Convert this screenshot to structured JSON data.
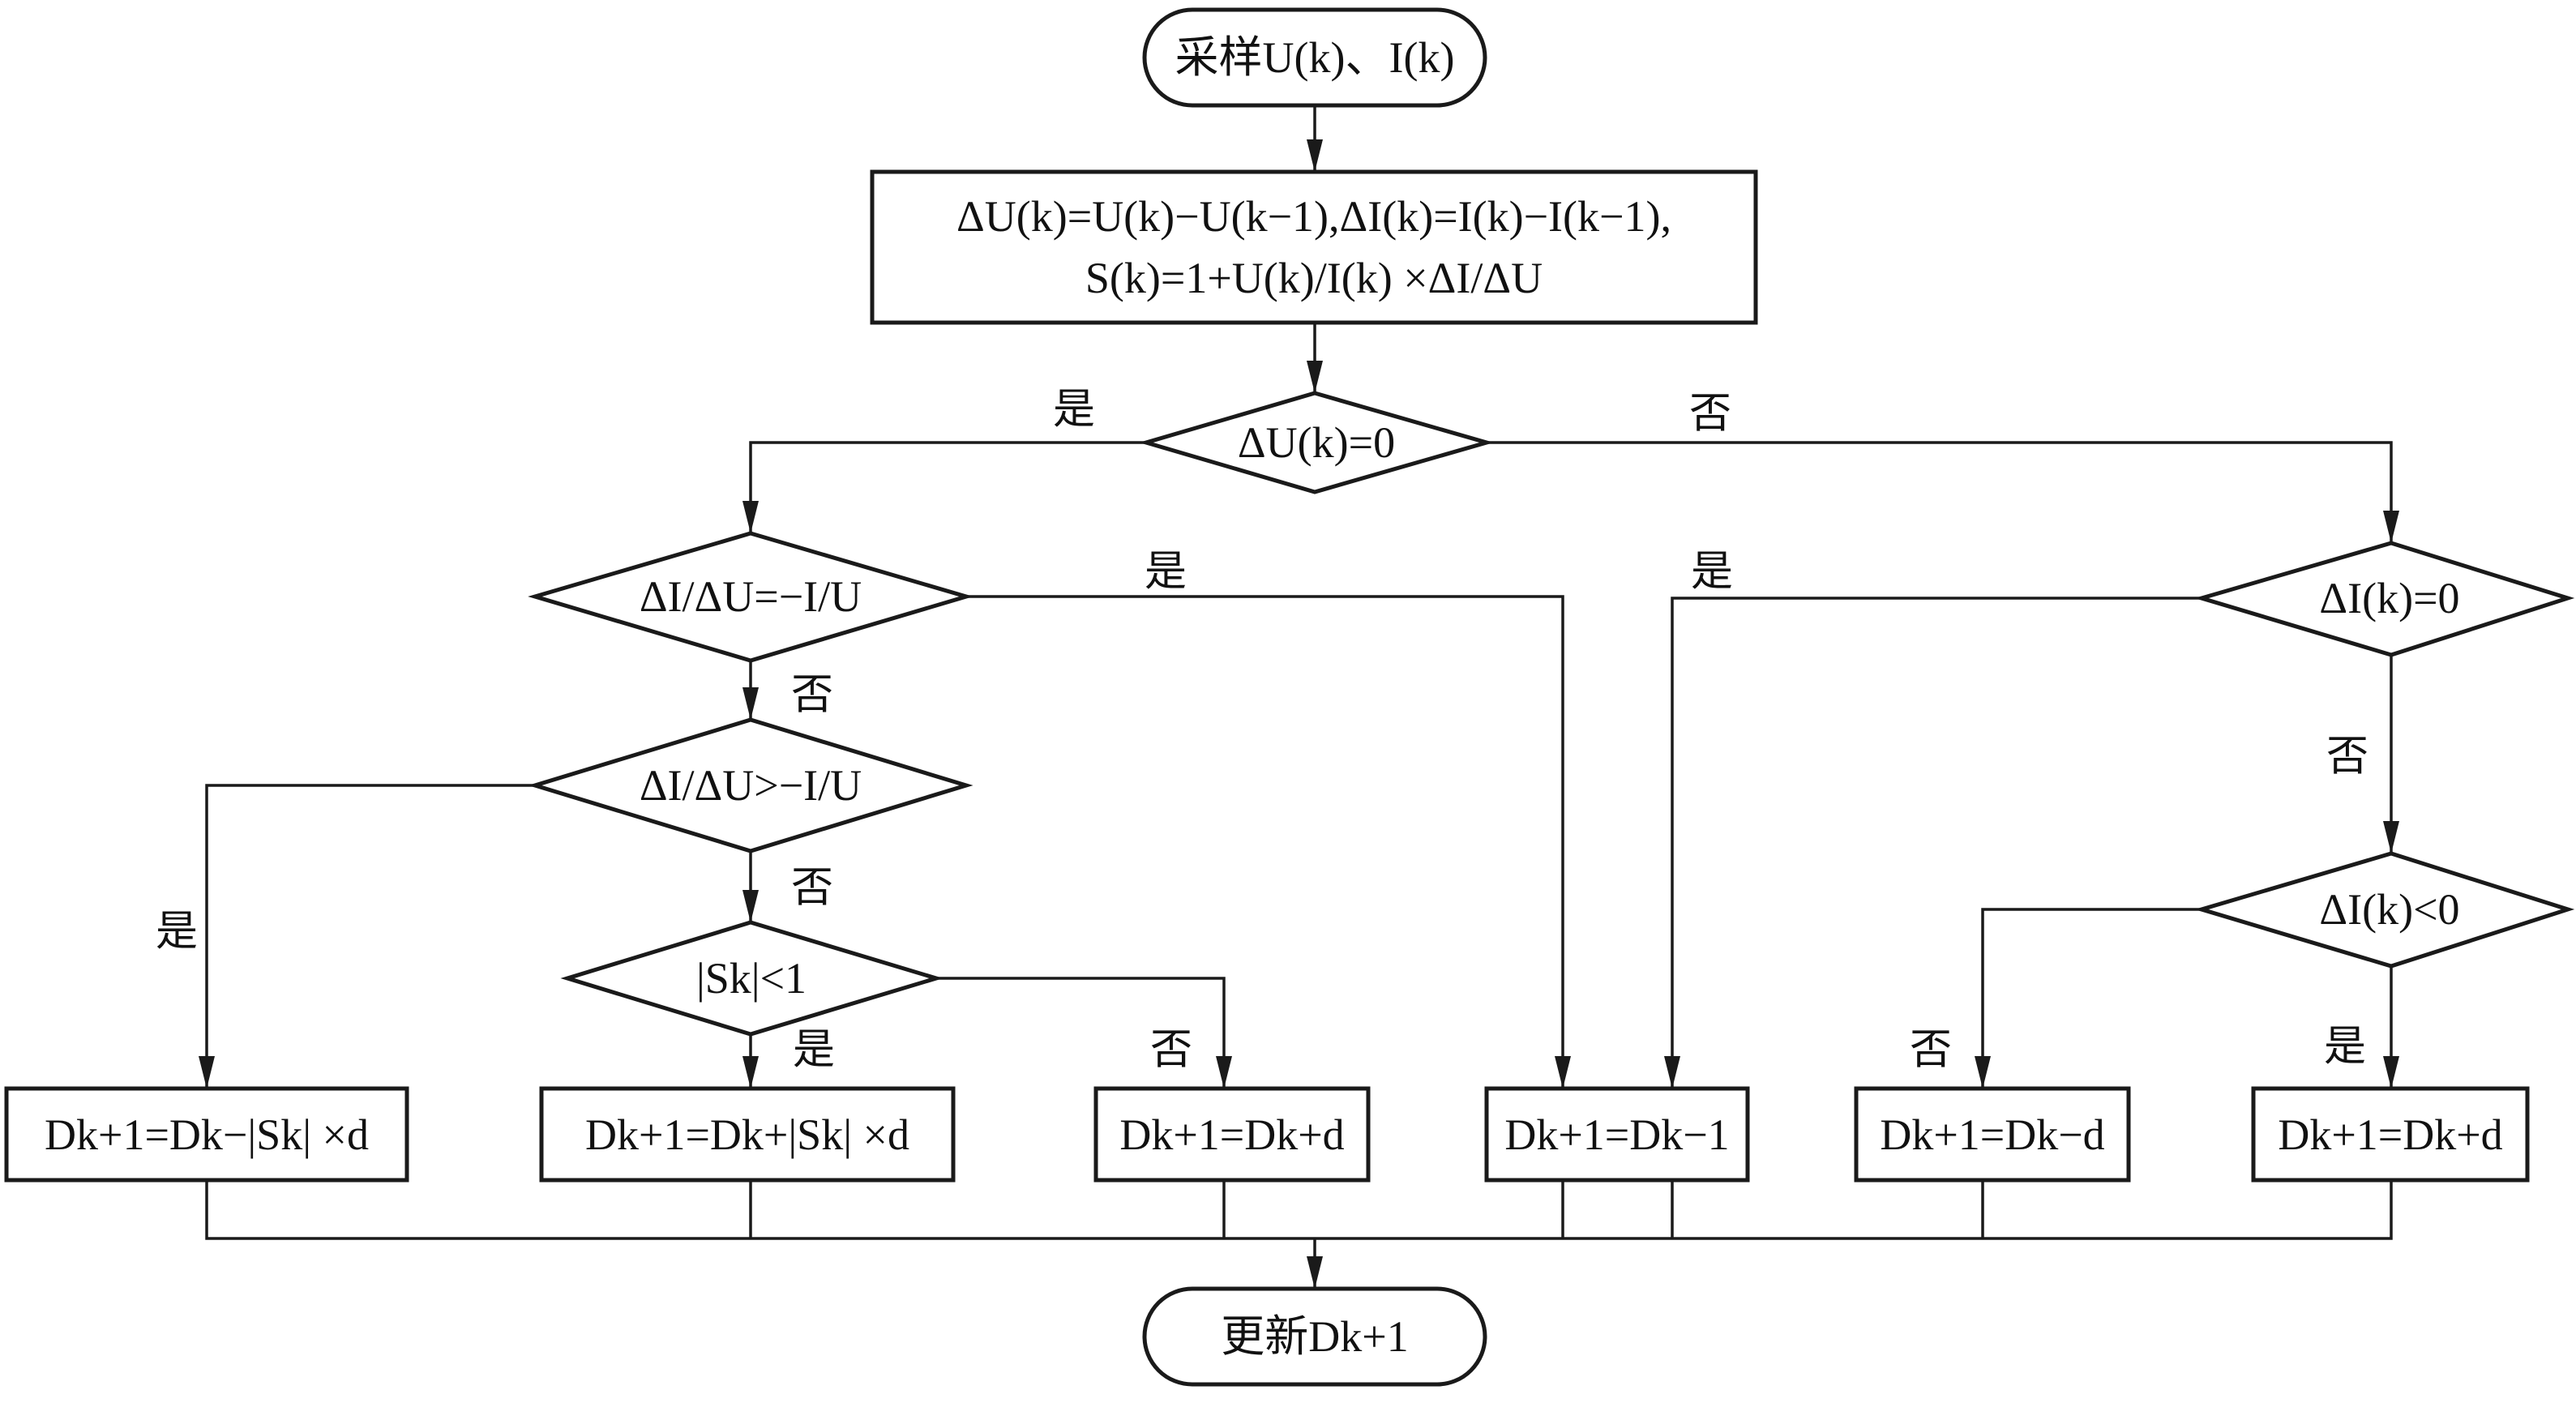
{
  "nodes": {
    "start": "采样U(k)、I(k)",
    "compute_line1": "ΔU(k)=U(k)−U(k−1),ΔI(k)=I(k)−I(k−1),",
    "compute_line2": "S(k)=1+U(k)/I(k) ×ΔI/ΔU",
    "dec_du_zero": "ΔU(k)=0",
    "dec_didu_eq": "ΔI/ΔU=−I/U",
    "dec_didu_gt": "ΔI/ΔU>−I/U",
    "dec_sk_lt1": "|Sk|<1",
    "dec_di_zero": "ΔI(k)=0",
    "dec_di_neg": "ΔI(k)<0",
    "act_minus_sk": "Dk+1=Dk−|Sk| ×d",
    "act_plus_sk": "Dk+1=Dk+|Sk| ×d",
    "act_plus_d_left": "Dk+1=Dk+d",
    "act_hold": "Dk+1=Dk−1",
    "act_minus_d": "Dk+1=Dk−d",
    "act_plus_d_right": "Dk+1=Dk+d",
    "end": "更新Dk+1"
  },
  "edge_labels": {
    "du_zero_yes": "是",
    "du_zero_no": "否",
    "didu_eq_yes": "是",
    "didu_eq_no": "否",
    "didu_gt_yes": "是",
    "didu_gt_no": "否",
    "sk_lt1_yes": "是",
    "sk_lt1_no": "否",
    "di_zero_yes": "是",
    "di_zero_no": "否",
    "di_neg_yes": "是",
    "di_neg_no": "否"
  }
}
